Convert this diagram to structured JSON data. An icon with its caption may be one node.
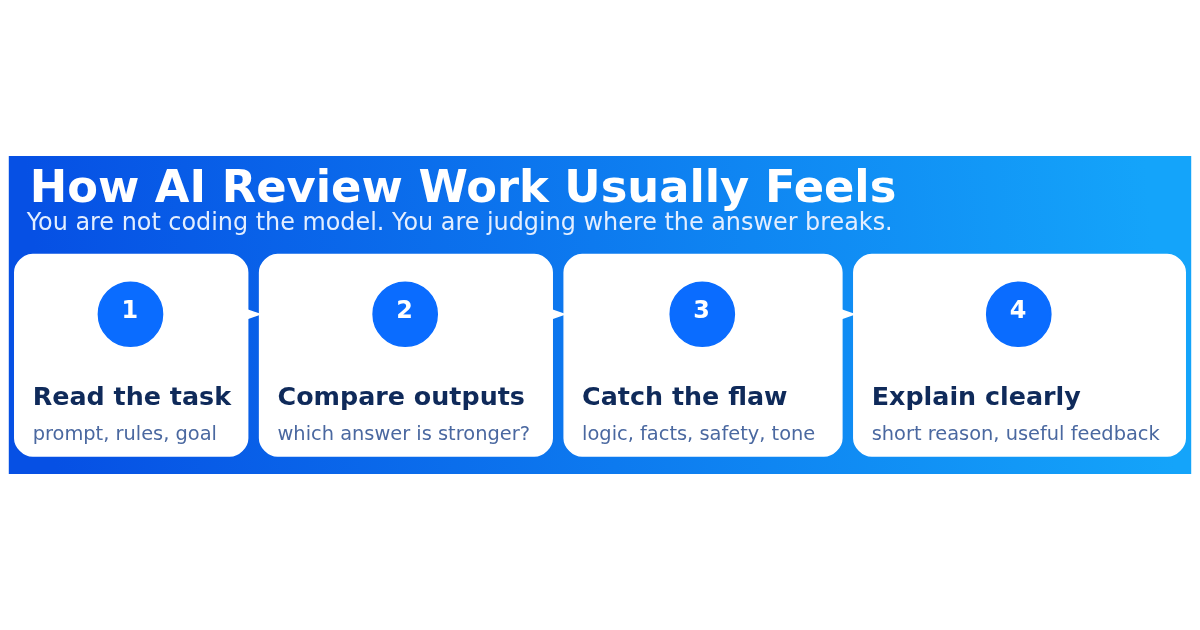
{
  "diagram": {
    "title": "How AI Review Work Usually Feels",
    "caption": "You are not coding the model. You are judging where the answer breaks.",
    "nodes": [
      {
        "text": [
          "Read the task",
          "prompt, rules, goal"
        ]
      },
      {
        "text": [
          "1"
        ],
        "in": 0
      },
      {
        "text": [
          "Compare outputs",
          "which answer is stronger?"
        ]
      },
      {
        "text": [
          "2"
        ],
        "in": 2
      },
      {
        "text": [
          "Catch the flaw",
          "logic, facts, safety, tone"
        ]
      },
      {
        "text": [
          "3"
        ],
        "in": 4
      },
      {
        "text": [
          "Explain clearly",
          "short reason, useful feedback"
        ]
      },
      {
        "text": [
          "4"
        ],
        "in": 6
      }
    ],
    "edges": [
      {
        "from": 0,
        "to": 2,
        "arrow": "to"
      },
      {
        "from": 2,
        "to": 4,
        "arrow": "to"
      },
      {
        "from": 4,
        "to": 6,
        "arrow": "to"
      }
    ]
  }
}
